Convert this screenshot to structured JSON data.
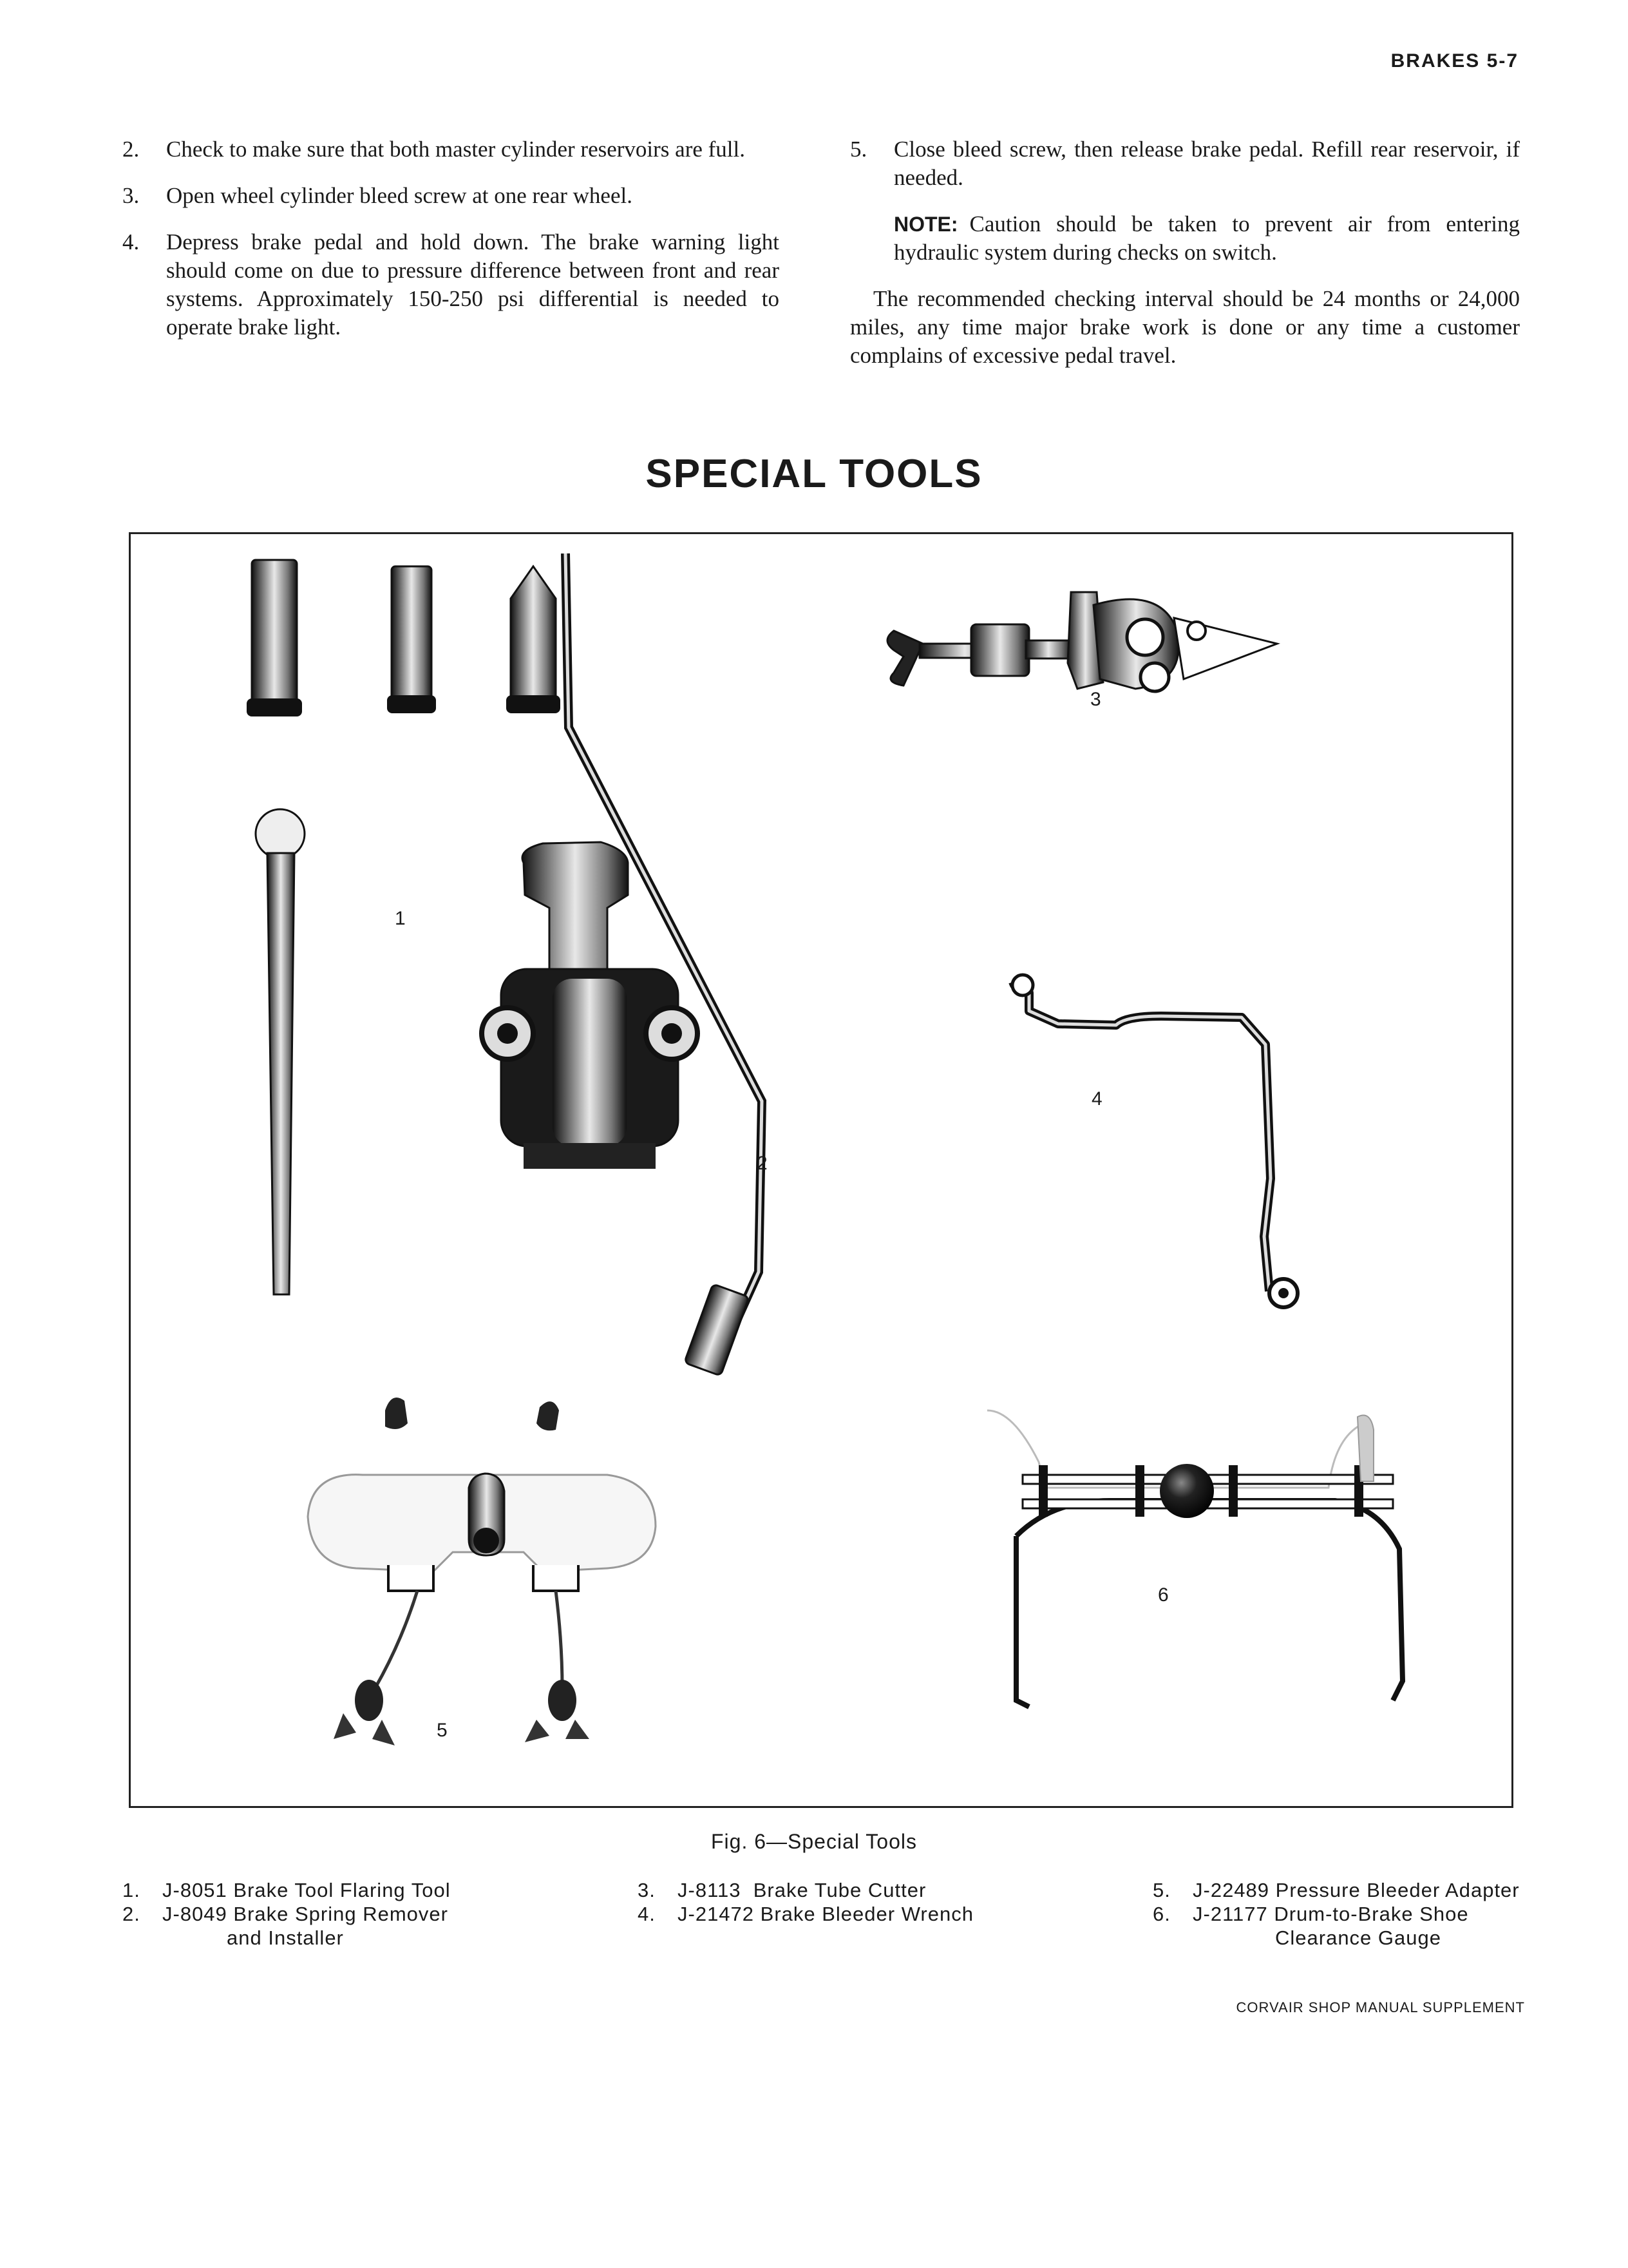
{
  "header": {
    "running_head": "BRAKES 5-7"
  },
  "left_column": {
    "steps": [
      {
        "num": "2.",
        "text": "Check to make sure that both master cylinder reservoirs are full."
      },
      {
        "num": "3.",
        "text": "Open wheel cylinder bleed screw at one rear wheel."
      },
      {
        "num": "4.",
        "text": "Depress brake pedal and hold down. The brake warning light should come on due to pressure difference between front and rear systems. Approximately 150-250 psi differential is needed to operate brake light."
      }
    ]
  },
  "right_column": {
    "step5": {
      "num": "5.",
      "text": "Close bleed screw, then release brake pedal. Refill rear reservoir, if needed."
    },
    "note": {
      "label": "NOTE:",
      "text": "Caution should be taken to prevent air from entering hydraulic system during checks on switch."
    },
    "paragraph": "The recommended checking interval should be 24 months or 24,000 miles, any time major brake work is done or any time a customer complains of excessive pedal travel."
  },
  "section_title": "SPECIAL TOOLS",
  "figure": {
    "callouts": [
      "1",
      "2",
      "3",
      "4",
      "5",
      "6"
    ],
    "caption": "Fig. 6—Special Tools"
  },
  "legend": {
    "col1": [
      {
        "num": "1.",
        "text": "J-8051 Brake Tool Flaring Tool"
      },
      {
        "num": "2.",
        "text": "J-8049 Brake Spring Remover",
        "cont": "and Installer"
      }
    ],
    "col2": [
      {
        "num": "3.",
        "text": "J-8113  Brake Tube Cutter"
      },
      {
        "num": "4.",
        "text": "J-21472 Brake Bleeder Wrench"
      }
    ],
    "col3": [
      {
        "num": "5.",
        "text": "J-22489 Pressure Bleeder Adapter"
      },
      {
        "num": "6.",
        "text": "J-21177 Drum-to-Brake Shoe",
        "cont": "Clearance Gauge"
      }
    ]
  },
  "footer": {
    "text": "CORVAIR SHOP MANUAL SUPPLEMENT"
  }
}
